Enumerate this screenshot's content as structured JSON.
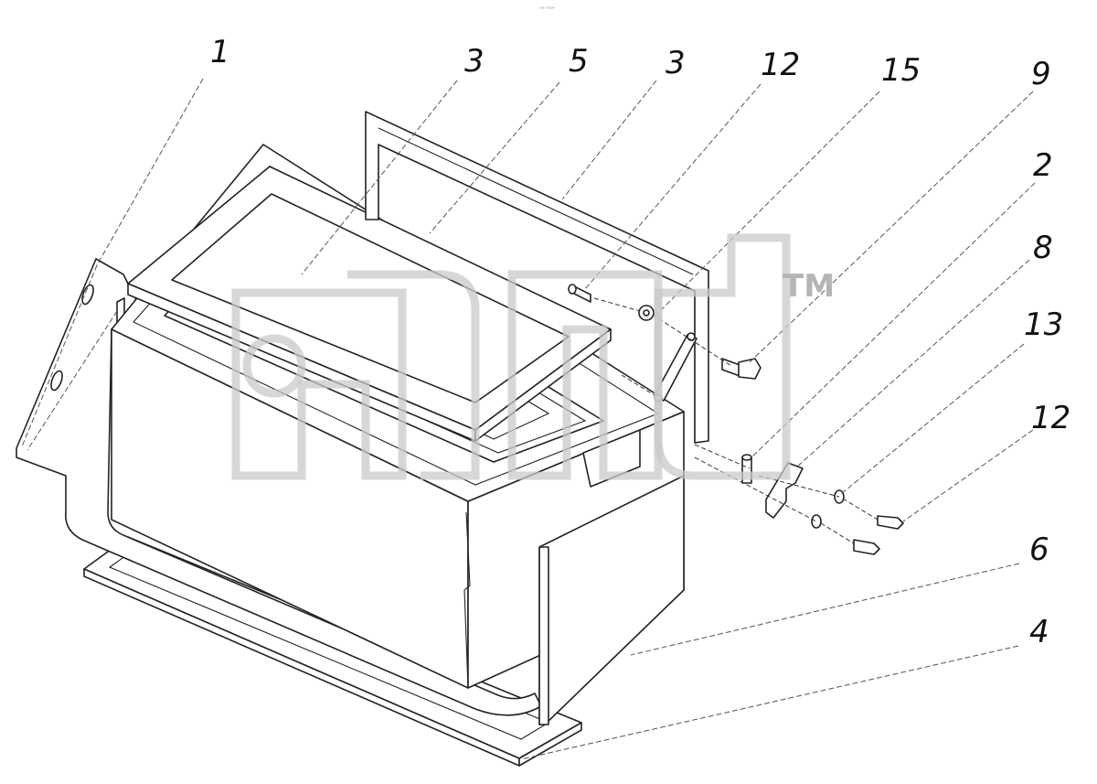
{
  "diagram": {
    "callouts": [
      "1",
      "3",
      "5",
      "3",
      "12",
      "15",
      "9",
      "2",
      "8",
      "13",
      "12",
      "6",
      "4"
    ],
    "header_mark": "°° °°°",
    "watermark_tm": "TM"
  }
}
